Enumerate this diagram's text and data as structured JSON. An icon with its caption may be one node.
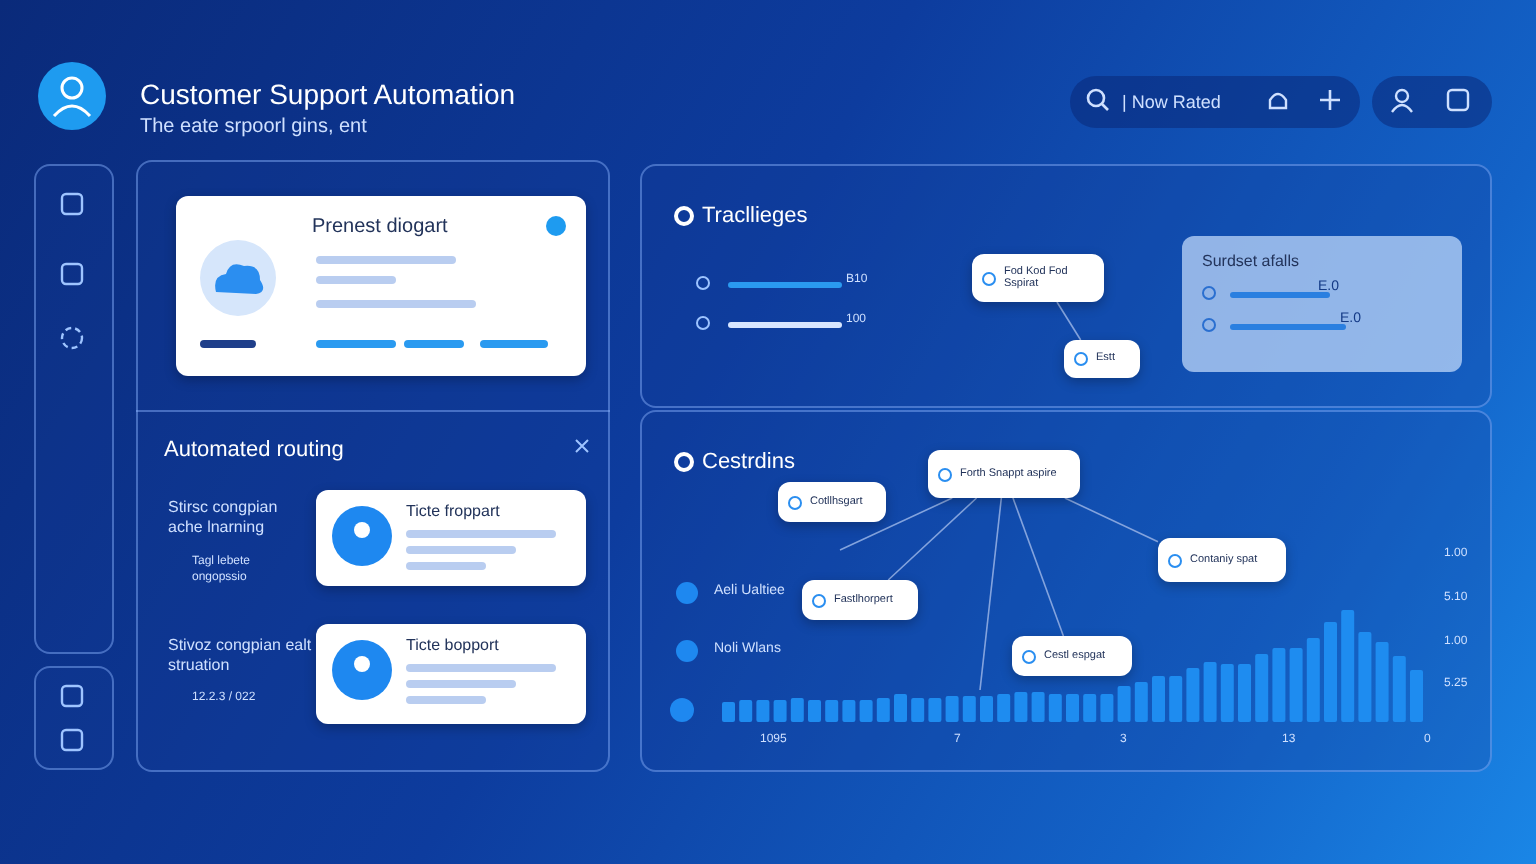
{
  "diagram": {
    "title": "Customer Support Automation",
    "nodes": [
      {
        "text": [
          "Prenest diogart"
        ]
      },
      {
        "text": [
          "Automated routing"
        ]
      },
      {
        "text": [
          "Ticte froppart"
        ],
        "in": 1
      },
      {
        "text": [
          "Ticte bopport"
        ],
        "in": 1
      },
      {
        "text": [
          "Tracllieges"
        ]
      },
      {
        "text": [
          "Fod Kod Fod Sspirat"
        ],
        "in": 4
      },
      {
        "text": [
          "Estt"
        ],
        "in": 4
      },
      {
        "text": [
          "Surdset afalls"
        ],
        "in": 4
      },
      {
        "text": [
          "Cestrdins"
        ]
      },
      {
        "text": [
          "Forth Snappt aspire"
        ],
        "in": 8
      },
      {
        "text": [
          "Cotllhsgart"
        ],
        "in": 8
      },
      {
        "text": [
          "Fastlhorpert"
        ],
        "in": 8
      },
      {
        "text": [
          "Contaniy spat"
        ],
        "in": 8
      },
      {
        "text": [
          "Cestl espgat"
        ],
        "in": 8
      }
    ],
    "edges": [
      {
        "from": 5,
        "to": 6,
        "arrow": "none"
      },
      {
        "from": 9,
        "to": null,
        "arrow": "none"
      },
      {
        "from": 9,
        "to": 11,
        "arrow": "none"
      },
      {
        "from": 9,
        "to": null,
        "arrow": "none"
      },
      {
        "from": 9,
        "to": 13,
        "arrow": "none"
      },
      {
        "from": 9,
        "to": 12,
        "arrow": "none"
      }
    ],
    "labels": [
      "The eate srpoorl gins, ent",
      "| Now Rated",
      "B10",
      "100",
      "E.0",
      "E.0",
      "Stirsc congpian ache lnarning",
      "Tagl lebete ongopssio",
      "Stivoz congpian ealt struation",
      "12.2.3 / 022",
      "1.00",
      "5.10",
      "1.00",
      "5.25",
      "1095",
      "7",
      "3",
      "13",
      "0"
    ],
    "legend": [
      {
        "text": "Aeli Ualtiee",
        "color": "#1e88f0"
      },
      {
        "text": "Noli Wlans",
        "color": "#1e88f0"
      }
    ]
  }
}
